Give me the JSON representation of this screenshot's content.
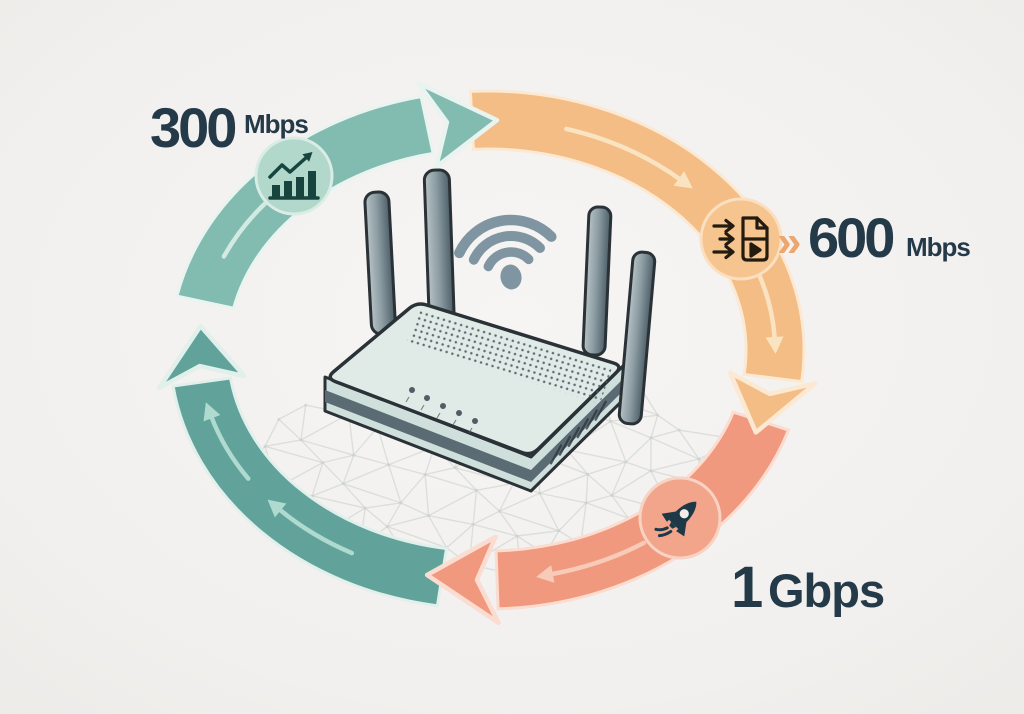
{
  "background_color": "#f2f0ee",
  "cycle": {
    "direction": "clockwise",
    "text_color": "#243a49",
    "chevron_color": "#eda76e",
    "stages": [
      {
        "value": "300",
        "unit": "Mbps",
        "icon": "growth-chart-icon",
        "band_color": "#82bbaf",
        "band_edge": "#e9f4f0",
        "arrow_color": "#d2eae3",
        "circle_fill": "#b2d7cb",
        "circle_ring": "#d9ece6",
        "icon_color": "#17443f"
      },
      {
        "value": "600",
        "unit": "Mbps",
        "chevrons": "»",
        "icon": "file-transfer-icon",
        "band_color": "#f4bd85",
        "band_edge": "#fbe9d3",
        "arrow_color": "#fae3c0",
        "circle_fill": "#f6c48e",
        "circle_ring": "#fadfc0",
        "icon_color": "#241b10"
      },
      {
        "value": "1",
        "unit": "Gbps",
        "icon": "rocket-icon",
        "band_color": "#f0997e",
        "band_edge": "#fadcd0",
        "arrow_color": "#f8cab8",
        "circle_fill": "#f2a58b",
        "circle_ring": "#f8d2c2",
        "icon_color": "#1d3947"
      },
      {
        "value": null,
        "unit": null,
        "icon": null,
        "band_color": "#61a39a",
        "band_edge": "#e2f0ec",
        "arrow_color": "#aedacf"
      }
    ]
  },
  "device": {
    "name": "wifi-router",
    "palette": {
      "outline": "#2a3237",
      "top": "#e0eae6",
      "side": "#cfe0dc",
      "stripe": "#5b6b73",
      "antenna_light": "#b7c3c6",
      "antenna_dark": "#4e5e67",
      "wifi": "#8095a2",
      "vent": "#45565e",
      "led": "#4f5d64",
      "mesh": "#c8cfca"
    }
  }
}
